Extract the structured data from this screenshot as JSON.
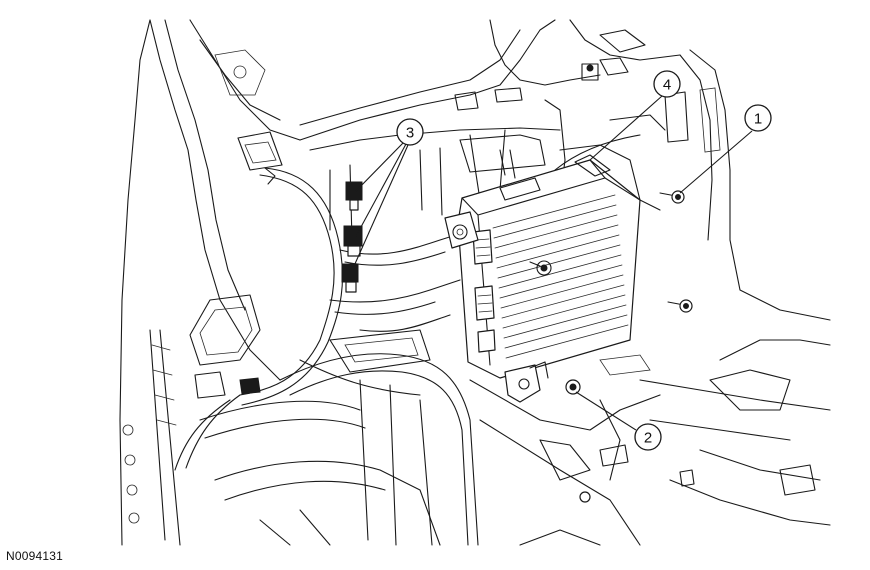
{
  "figure": {
    "id_label": "N0094131"
  },
  "callouts": [
    {
      "number": "1"
    },
    {
      "number": "2"
    },
    {
      "number": "3"
    },
    {
      "number": "4"
    }
  ],
  "colors": {
    "line": "#1a1a1a",
    "background": "#ffffff"
  }
}
